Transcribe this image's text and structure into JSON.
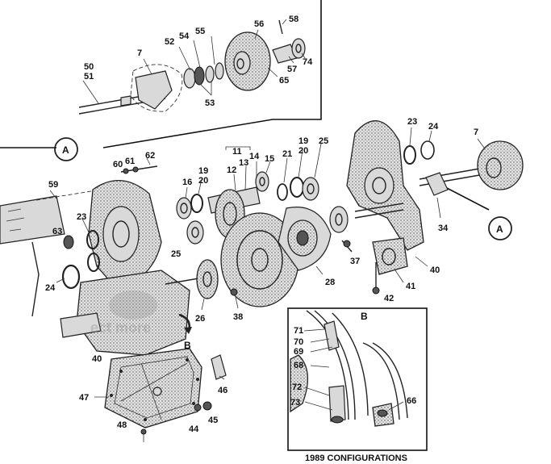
{
  "parts": [
    {
      "id": "p50",
      "text": "50"
    },
    {
      "id": "p51",
      "text": "51"
    },
    {
      "id": "p7a",
      "text": "7"
    },
    {
      "id": "p52",
      "text": "52"
    },
    {
      "id": "p54",
      "text": "54"
    },
    {
      "id": "p55",
      "text": "55"
    },
    {
      "id": "p53",
      "text": "53"
    },
    {
      "id": "p56",
      "text": "56"
    },
    {
      "id": "p58",
      "text": "58"
    },
    {
      "id": "p65",
      "text": "65"
    },
    {
      "id": "p57",
      "text": "57"
    },
    {
      "id": "p74",
      "text": "74"
    },
    {
      "id": "p60",
      "text": "60"
    },
    {
      "id": "p61",
      "text": "61"
    },
    {
      "id": "p62",
      "text": "62"
    },
    {
      "id": "p11",
      "text": "11"
    },
    {
      "id": "p16",
      "text": "16"
    },
    {
      "id": "p19a",
      "text": "19"
    },
    {
      "id": "p20a",
      "text": "20"
    },
    {
      "id": "p12",
      "text": "12"
    },
    {
      "id": "p13",
      "text": "13"
    },
    {
      "id": "p14",
      "text": "14"
    },
    {
      "id": "p15",
      "text": "15"
    },
    {
      "id": "p21",
      "text": "21"
    },
    {
      "id": "p19b",
      "text": "19"
    },
    {
      "id": "p20b",
      "text": "20"
    },
    {
      "id": "p25a",
      "text": "25"
    },
    {
      "id": "p23a",
      "text": "23"
    },
    {
      "id": "p24a",
      "text": "24"
    },
    {
      "id": "p7b",
      "text": "7"
    },
    {
      "id": "p59",
      "text": "59"
    },
    {
      "id": "p23b",
      "text": "23"
    },
    {
      "id": "p63",
      "text": "63"
    },
    {
      "id": "p24b",
      "text": "24"
    },
    {
      "id": "p25b",
      "text": "25"
    },
    {
      "id": "p34",
      "text": "34"
    },
    {
      "id": "p37",
      "text": "37"
    },
    {
      "id": "p28",
      "text": "28"
    },
    {
      "id": "p40a",
      "text": "40"
    },
    {
      "id": "p41",
      "text": "41"
    },
    {
      "id": "p42",
      "text": "42"
    },
    {
      "id": "p26",
      "text": "26"
    },
    {
      "id": "p38",
      "text": "38"
    },
    {
      "id": "p40b",
      "text": "40"
    },
    {
      "id": "p46",
      "text": "46"
    },
    {
      "id": "p47",
      "text": "47"
    },
    {
      "id": "p44",
      "text": "44"
    },
    {
      "id": "p45",
      "text": "45"
    },
    {
      "id": "p48",
      "text": "48"
    },
    {
      "id": "p71",
      "text": "71"
    },
    {
      "id": "p70",
      "text": "70"
    },
    {
      "id": "p69",
      "text": "69"
    },
    {
      "id": "p68",
      "text": "68"
    },
    {
      "id": "p72",
      "text": "72"
    },
    {
      "id": "p73",
      "text": "73"
    },
    {
      "id": "p66",
      "text": "66"
    }
  ],
  "callouts": {
    "a_left": "A",
    "a_right": "A",
    "b_main": "B",
    "b_inset": "B"
  },
  "inset_caption": "1989 CONFIGURATIONS",
  "watermark": "obscured watermark artwork (reproduced as faint graphic)"
}
